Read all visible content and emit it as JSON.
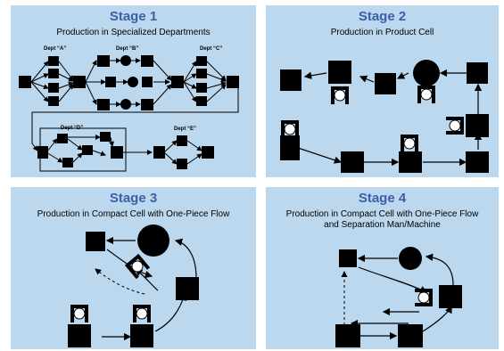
{
  "panels": [
    {
      "title": "Stage 1",
      "subtitle": "Production in Specialized Departments",
      "departments": [
        "Dept “A”",
        "Dept “B”",
        "Dept “C”",
        "Dept “D”",
        "Dept “E”"
      ]
    },
    {
      "title": "Stage 2",
      "subtitle": "Production in Product Cell"
    },
    {
      "title": "Stage 3",
      "subtitle": "Production in Compact Cell with One-Piece Flow"
    },
    {
      "title": "Stage 4",
      "subtitle_line1": "Production in Compact Cell with One-Piece Flow",
      "subtitle_line2": "and Separation Man/Machine"
    }
  ],
  "colors": {
    "panel_bg": "#bcd8ee",
    "title": "#3d5fa8",
    "machine": "#000000"
  }
}
